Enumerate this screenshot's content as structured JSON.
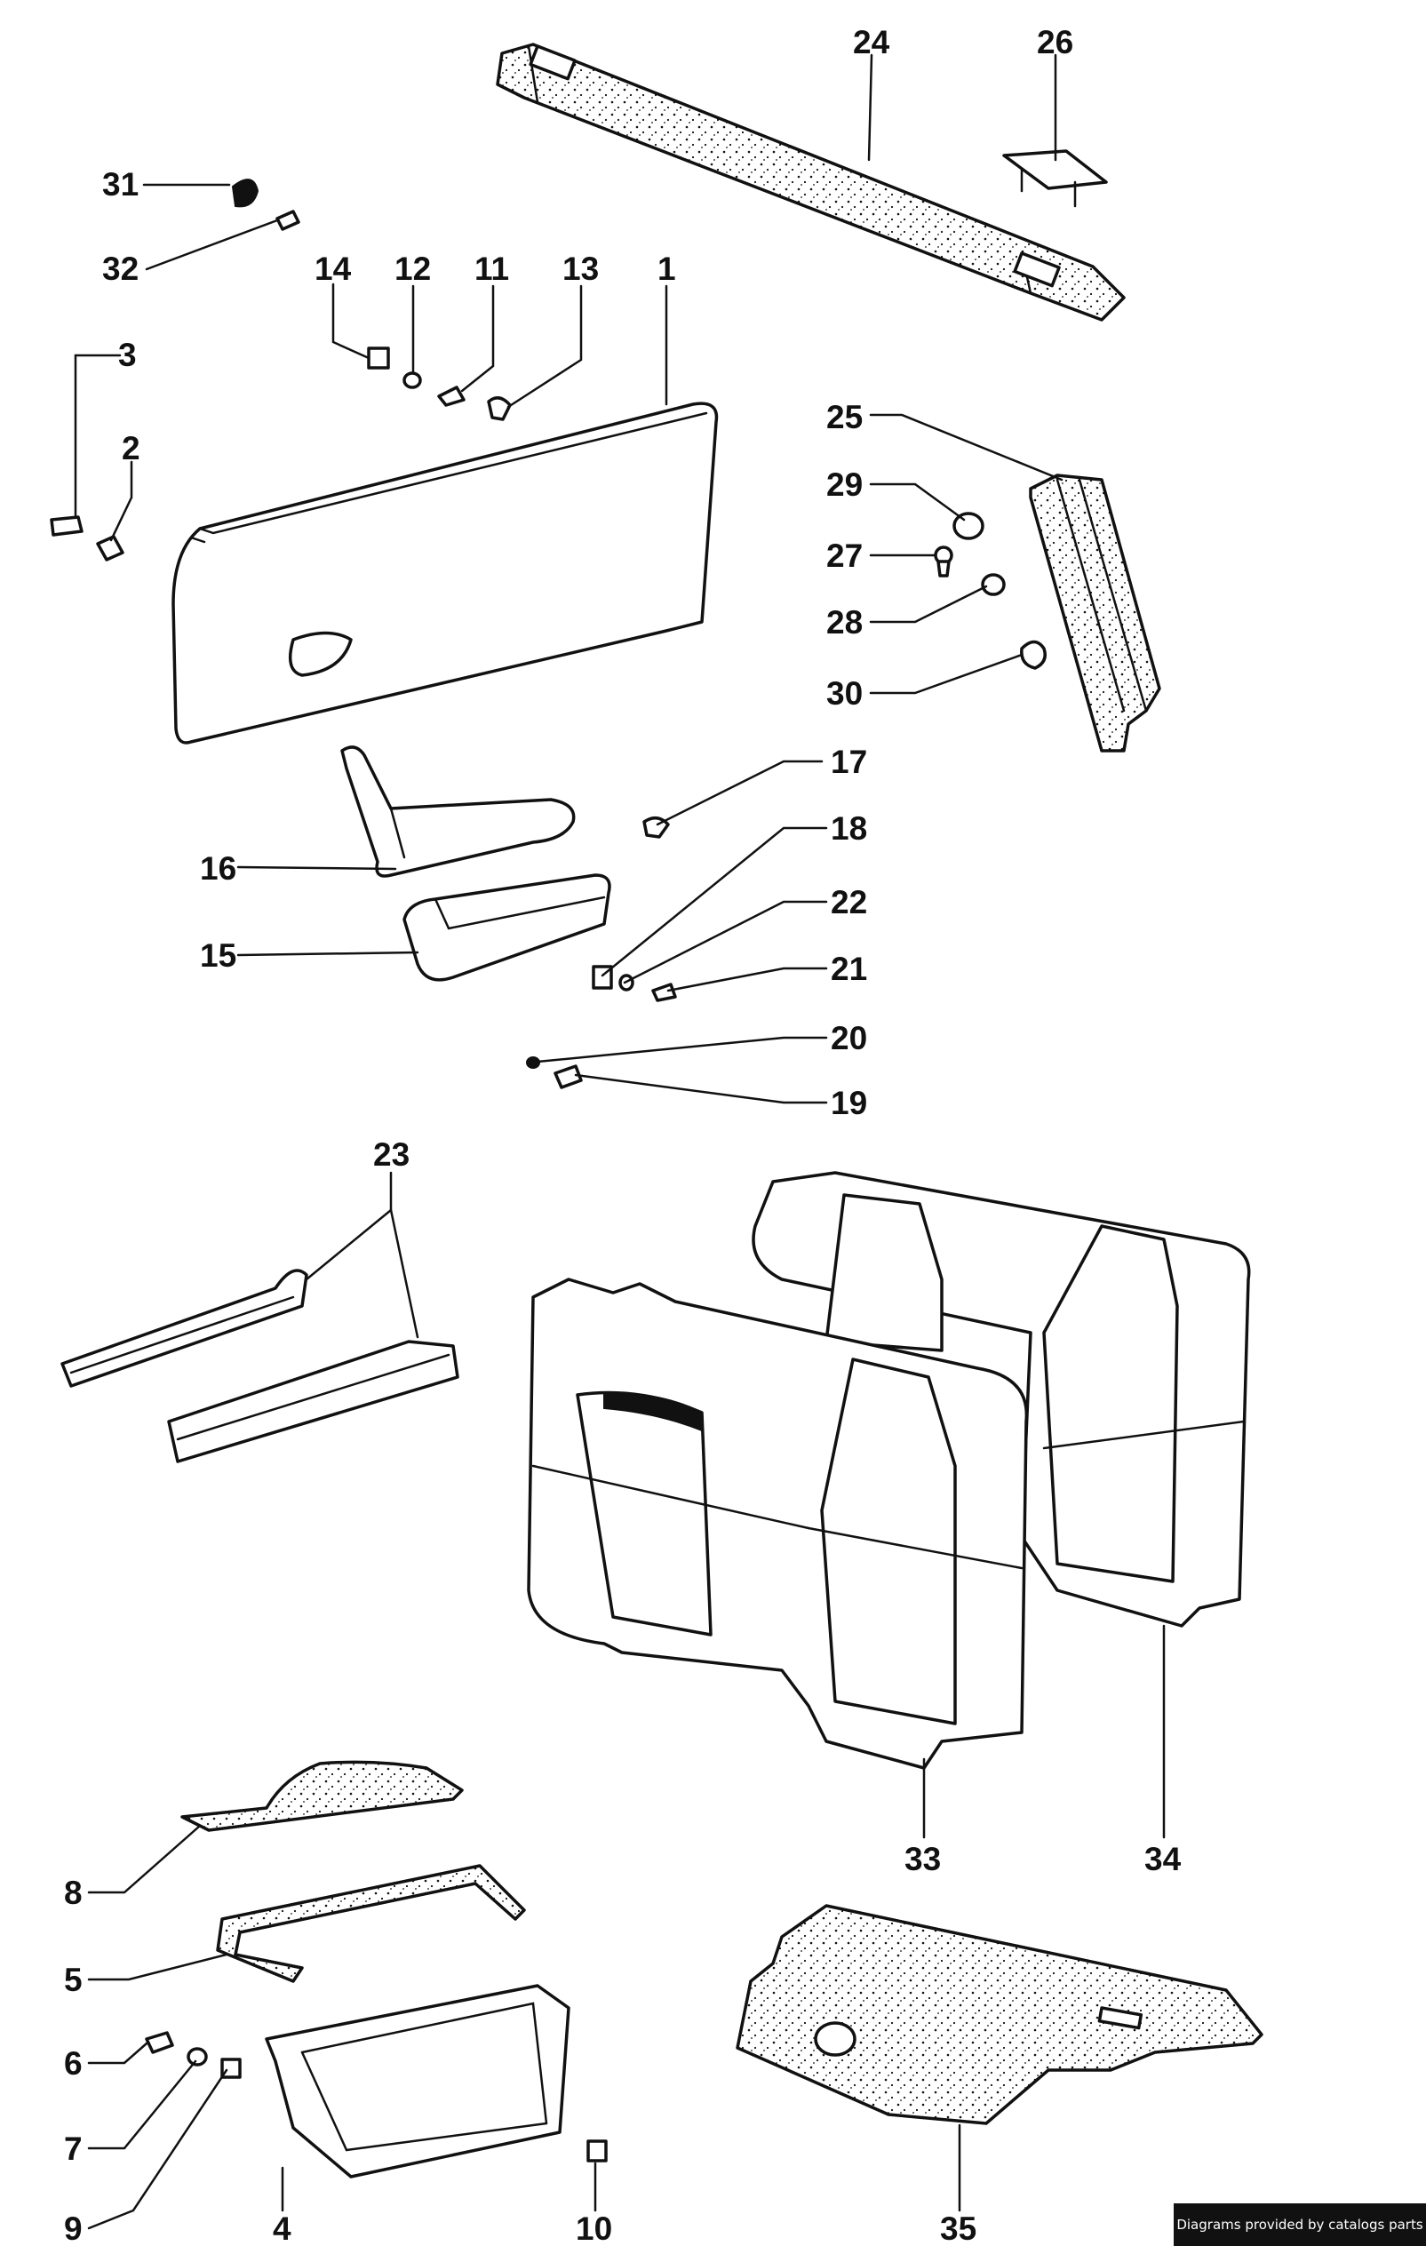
{
  "credit": "Diagrams provided by catalogs parts",
  "callouts": [
    "1",
    "2",
    "3",
    "4",
    "5",
    "6",
    "7",
    "8",
    "9",
    "10",
    "11",
    "12",
    "13",
    "14",
    "15",
    "16",
    "17",
    "18",
    "19",
    "20",
    "21",
    "22",
    "23",
    "24",
    "25",
    "26",
    "27",
    "28",
    "29",
    "30",
    "31",
    "32",
    "33",
    "34",
    "35"
  ],
  "colors": {
    "line": "#111111",
    "background": "#ffffff"
  }
}
